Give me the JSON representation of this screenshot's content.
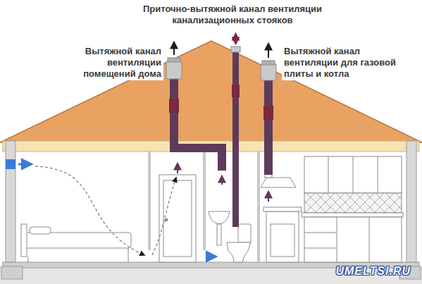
{
  "diagram": {
    "labels": [
      "Приточно-вытяжной канал вентиляции канализационных стояков",
      "Вытяжной канал вентиляции помещений дома",
      "Вытяжной канал вентиляции для газовой плиты и котла",
      "UMELTSI.RU"
    ]
  }
}
